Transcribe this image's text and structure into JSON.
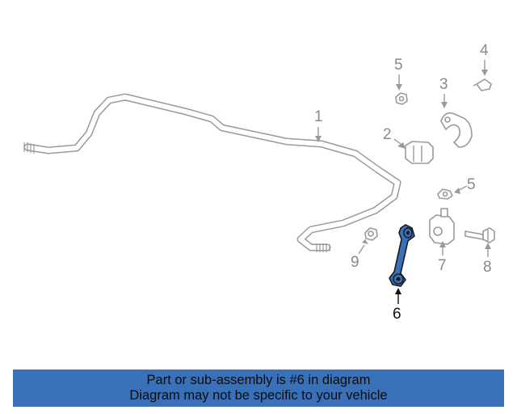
{
  "callouts": {
    "c1": "1",
    "c2": "2",
    "c3": "3",
    "c4": "4",
    "c5a": "5",
    "c5b": "5",
    "c6": "6",
    "c7": "7",
    "c8": "8",
    "c9": "9"
  },
  "highlight": {
    "part_number": "6",
    "color": "#3a70b8",
    "outline_color": "#1a1a1a"
  },
  "banner": {
    "line1": "Part or sub-assembly is #6 in diagram",
    "line2": "Diagram may not be specific to your vehicle",
    "background": "#3a70b8"
  }
}
